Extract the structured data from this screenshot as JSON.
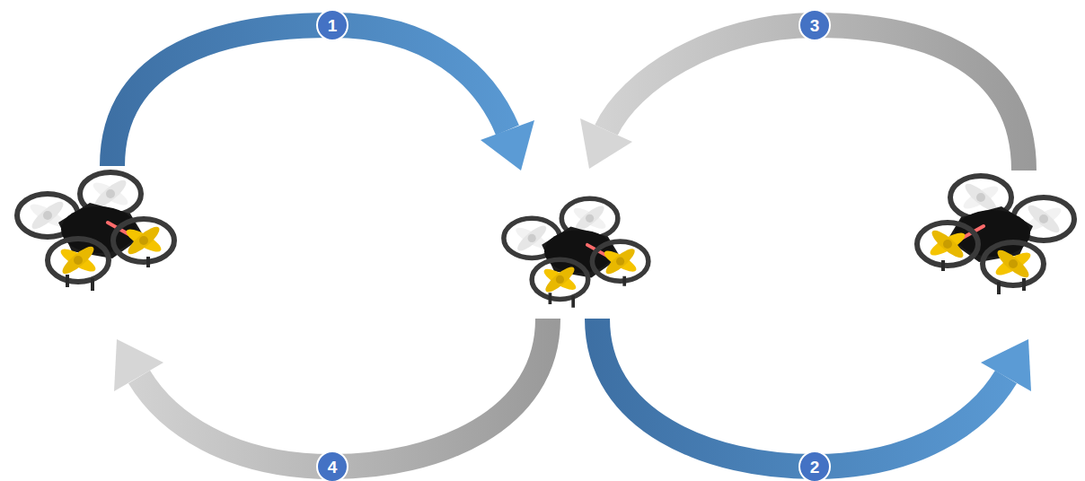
{
  "diagram": {
    "nodes": [
      {
        "text": [
          "1"
        ]
      },
      {
        "text": [
          "3"
        ]
      },
      {
        "text": [
          "4"
        ]
      },
      {
        "text": [
          "2"
        ]
      }
    ]
  }
}
